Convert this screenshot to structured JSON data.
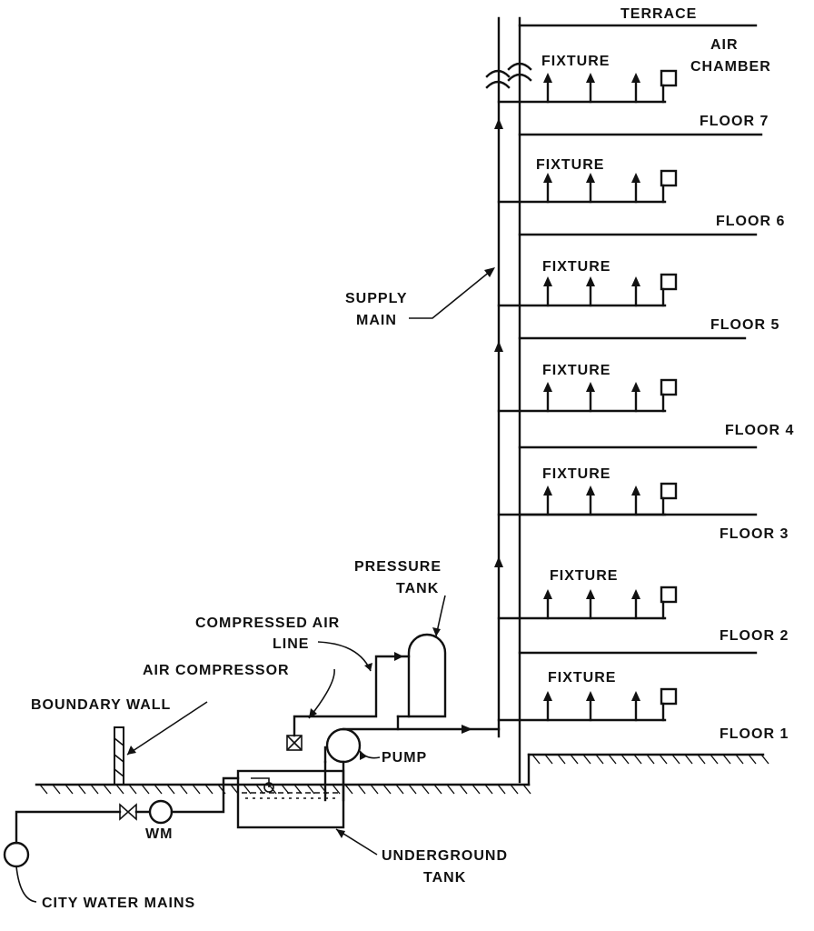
{
  "labels": {
    "terrace": "TERRACE",
    "air_chamber_1": "AIR",
    "air_chamber_2": "CHAMBER",
    "fixture": "FIXTURE",
    "floors": [
      "FLOOR 1",
      "FLOOR 2",
      "FLOOR 3",
      "FLOOR 4",
      "FLOOR 5",
      "FLOOR 6",
      "FLOOR 7"
    ],
    "supply_main_1": "SUPPLY",
    "supply_main_2": "MAIN",
    "pressure_tank_1": "PRESSURE",
    "pressure_tank_2": "TANK",
    "compressed_air_1": "COMPRESSED AIR",
    "compressed_air_2": "LINE",
    "air_compressor": "AIR COMPRESSOR",
    "boundary_wall": "BOUNDARY WALL",
    "pump": "PUMP",
    "wm": "WM",
    "underground_tank_1": "UNDERGROUND",
    "underground_tank_2": "TANK",
    "city_water_mains": "CITY WATER MAINS"
  }
}
